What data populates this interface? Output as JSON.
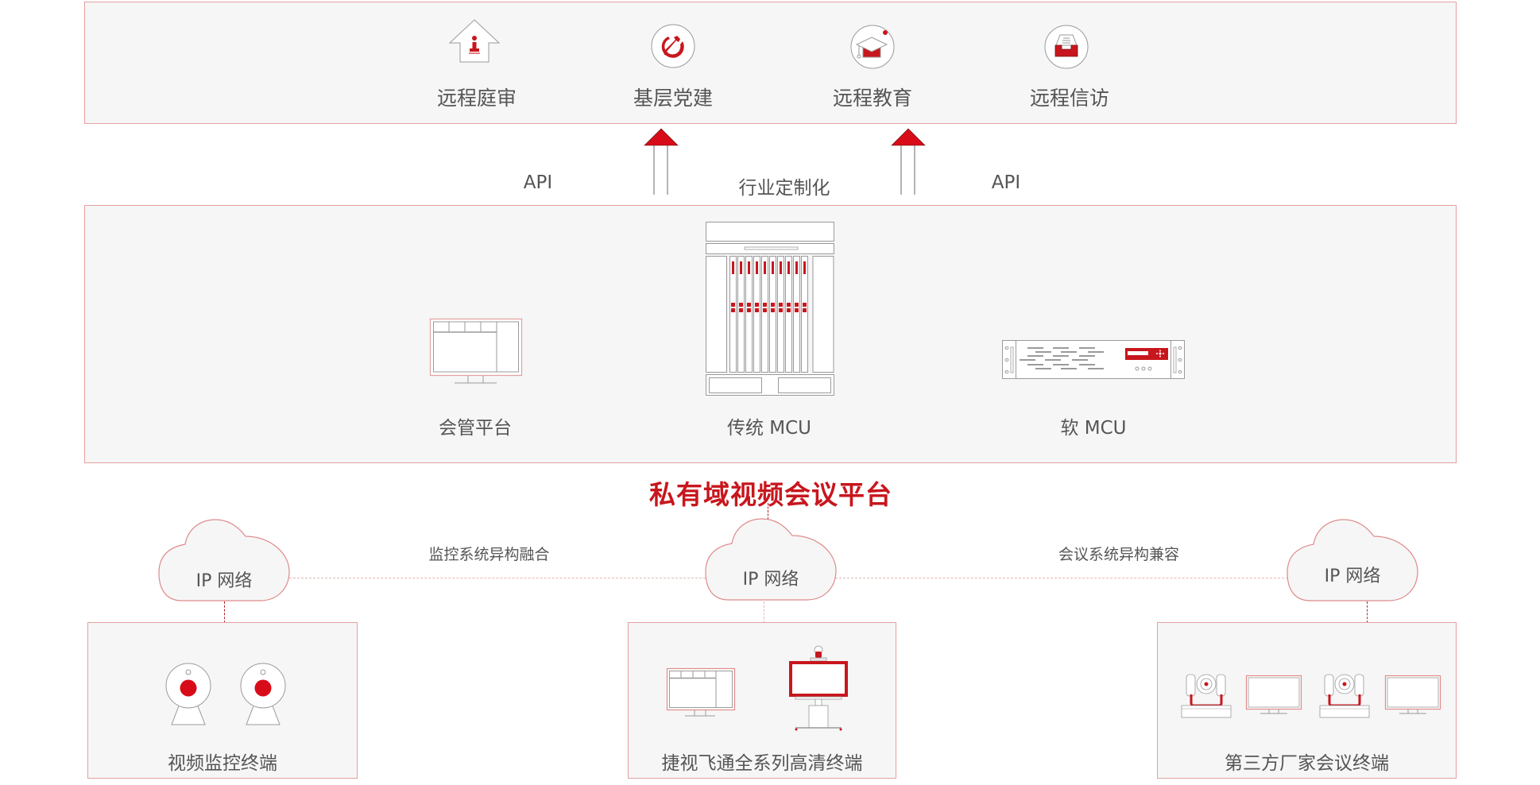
{
  "colors": {
    "accent_red": "#c8161d",
    "panel_bg": "#f6f6f6",
    "panel_border": "#e4a0a0",
    "text": "#555555",
    "line_gray": "#9a9a9a"
  },
  "applications": {
    "items": [
      {
        "label": "远程庭审",
        "icon": "court-house-icon"
      },
      {
        "label": "基层党建",
        "icon": "party-emblem-icon"
      },
      {
        "label": "远程教育",
        "icon": "graduation-cap-icon"
      },
      {
        "label": "远程信访",
        "icon": "inbox-tray-icon"
      }
    ]
  },
  "connectors": {
    "left_api": "API",
    "center": "行业定制化",
    "right_api": "API"
  },
  "platform": {
    "title": "私有域视频会议平台",
    "components": [
      {
        "label": "会管平台",
        "icon": "monitor-dashboard-icon"
      },
      {
        "label": "传统 MCU",
        "icon": "mcu-chassis-icon"
      },
      {
        "label": "软 MCU",
        "icon": "rack-server-icon"
      }
    ]
  },
  "networks": {
    "cloud_label": "IP 网络",
    "links": [
      {
        "label": "监控系统异构融合"
      },
      {
        "label": "会议系统异构兼容"
      }
    ]
  },
  "terminals": {
    "groups": [
      {
        "label": "视频监控终端",
        "icon": "surveillance-camera-icon"
      },
      {
        "label": "捷视飞通全系列高清终端",
        "icon": "hd-terminal-icon"
      },
      {
        "label": "第三方厂家会议终端",
        "icon": "ptz-camera-icon"
      }
    ]
  }
}
